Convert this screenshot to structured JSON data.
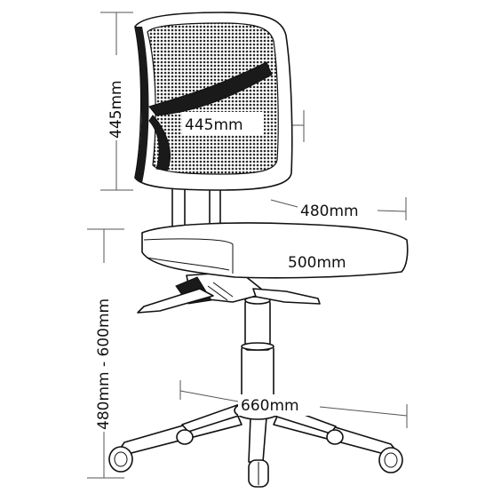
{
  "dimensions": {
    "backrest_height": "445mm",
    "backrest_width": "445mm",
    "seat_depth": "480mm",
    "seat_width": "500mm",
    "seat_height": "480mm - 600mm",
    "base_diameter": "660mm"
  },
  "colors": {
    "line": "#111111",
    "dimension_line": "#555555",
    "mesh": "#2a2a2a",
    "background": "#ffffff"
  }
}
